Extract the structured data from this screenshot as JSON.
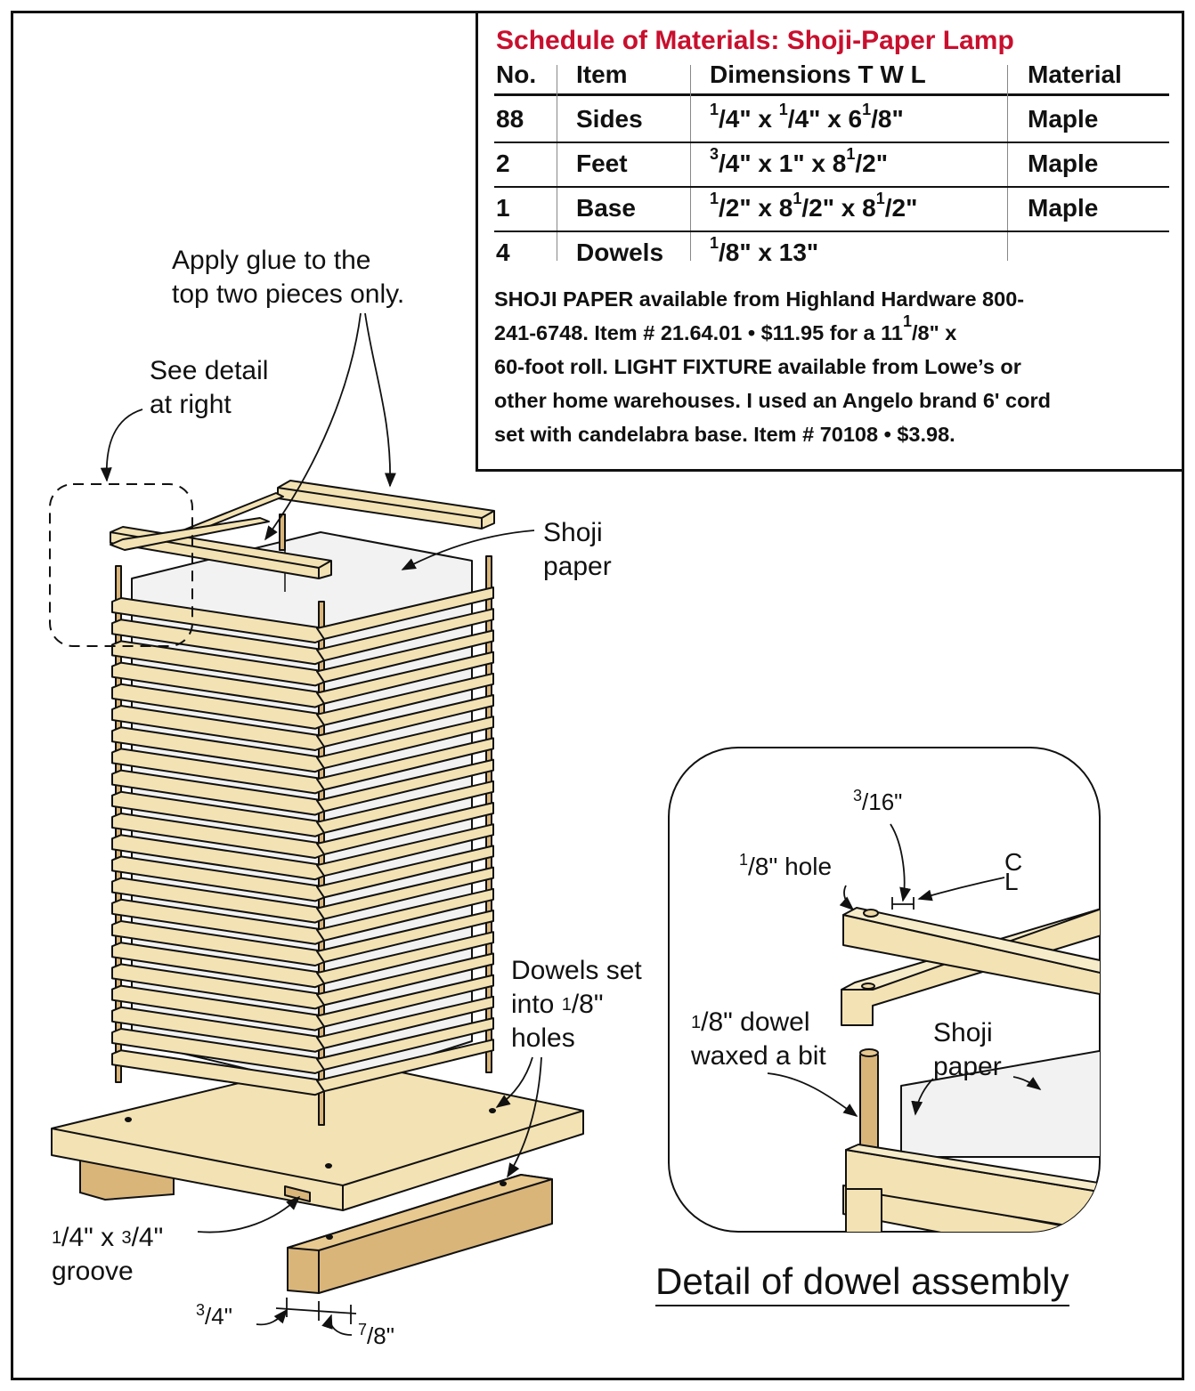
{
  "schedule": {
    "title": "Schedule of Materials: Shoji-Paper Lamp",
    "columns": [
      "No.",
      "Item",
      "Dimensions T W L",
      "Material"
    ],
    "rows": [
      {
        "no": "88",
        "item": "Sides",
        "dim": [
          [
            "1",
            "/4\" x "
          ],
          [
            "1",
            "/4\" x 6"
          ],
          [
            "1",
            "/8\""
          ]
        ],
        "material": "Maple"
      },
      {
        "no": "2",
        "item": "Feet",
        "dim": [
          [
            "3",
            "/4\" x 1\" x 8"
          ],
          [
            "1",
            "/2\""
          ]
        ],
        "material": "Maple"
      },
      {
        "no": "1",
        "item": "Base",
        "dim": [
          [
            "1",
            "/2\" x 8"
          ],
          [
            "1",
            "/2\" x 8"
          ],
          [
            "1",
            "/2\""
          ]
        ],
        "material": "Maple"
      },
      {
        "no": "4",
        "item": "Dowels",
        "dim": [
          [
            "1",
            "/8\" x 13\""
          ]
        ],
        "material": ""
      }
    ],
    "note_lines": [
      "SHOJI PAPER available from Highland Hardware 800-",
      "241-6748. Item # 21.64.01 • $11.95 for a 11",
      "60-foot roll. LIGHT FIXTURE available from Lowe’s or",
      "other home warehouses. I used an Angelo brand 6' cord",
      "set with candelabra base. Item # 70108 • $3.98."
    ],
    "note_line2_fraction": {
      "sup": "1",
      "rest": "/8\" x"
    }
  },
  "labels": {
    "glue": [
      "Apply glue to the",
      "top two pieces only."
    ],
    "see_detail": [
      "See detail",
      "at right"
    ],
    "shoji_main": [
      "Shoji",
      "paper"
    ],
    "dowels_set": [
      "Dowels set",
      "into ",
      "holes"
    ],
    "dowels_frac": {
      "sup": "1",
      "rest": "/8\""
    },
    "groove": {
      "sup1": "1",
      "mid": "/4\" x ",
      "sup2": "3",
      "rest": "/4\"",
      "line2": "groove"
    },
    "dim_34": {
      "sup": "3",
      "rest": "/4\""
    },
    "dim_78": {
      "sup": "7",
      "rest": "/8\""
    }
  },
  "detail": {
    "caption": "Detail of dowel assembly",
    "dim_316": {
      "sup": "3",
      "rest": "/16\""
    },
    "hole": {
      "sup": "1",
      "rest": "/8\" hole"
    },
    "centerline": "CL",
    "dowel": {
      "sup": "1",
      "rest": "/8\" dowel",
      "line2": "waxed a bit"
    },
    "shoji": [
      "Shoji",
      "paper"
    ]
  },
  "colors": {
    "wood": "#f3e2b3",
    "wood_dark": "#d9b57a",
    "paper": "#f2f2f2",
    "accent_red": "#c8102e"
  }
}
